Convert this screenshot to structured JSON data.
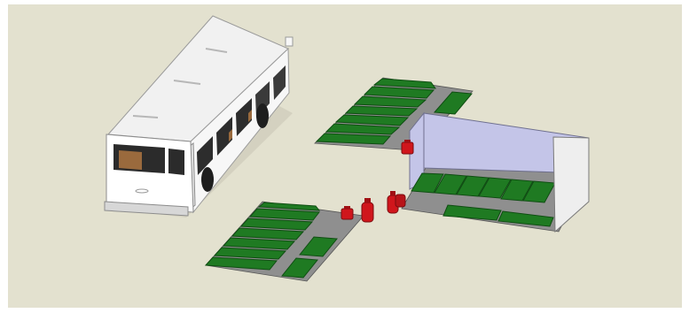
{
  "scene": {
    "background_color": "#ffffff",
    "ground_color": "#e3e1cf",
    "objects": [
      "bus",
      "solar-panel-array-top",
      "solar-panel-array-bottom",
      "container-shed",
      "gas-cylinders"
    ]
  },
  "colors": {
    "panel_green": "#1f7a22",
    "panel_dark": "#0f4d12",
    "walkway_gray": "#8f8f8f",
    "cylinder_red": "#d0161c",
    "shed_wall": "#c4c5e8",
    "shed_side": "#eeeeee",
    "bus_body": "#f4f4f4"
  }
}
